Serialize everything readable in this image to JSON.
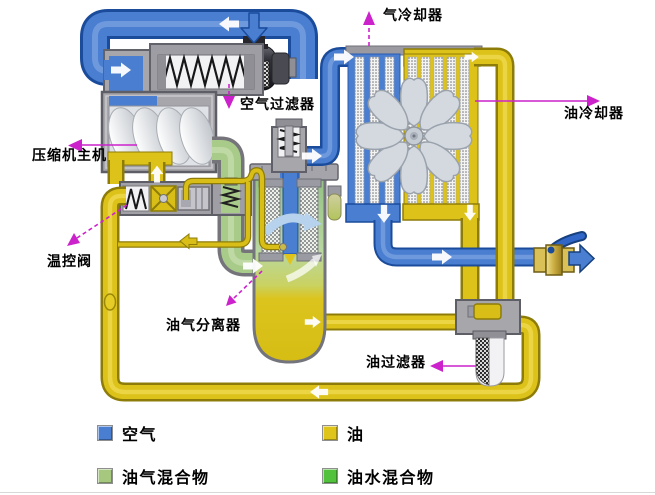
{
  "diagram_title": "screw-air-compressor-flow-diagram",
  "labels": {
    "air_cooler": "气冷却器",
    "oil_cooler": "油冷却器",
    "air_filter": "空气过滤器",
    "compressor": "压缩机主机",
    "thermo_valve": "温控阀",
    "separator": "油气分离器",
    "oil_filter": "油过滤器"
  },
  "legend": {
    "items": [
      {
        "label": "空气",
        "color": "#4a7ed0"
      },
      {
        "label": "油",
        "color": "#dfc41a"
      },
      {
        "label": "油气混合物",
        "color": "#a5c77e"
      },
      {
        "label": "油水混合物",
        "color": "#52c23d"
      }
    ]
  },
  "colors": {
    "air_pipe": "#4a7ed0",
    "air_pipe_dark": "#1b4c9c",
    "oil_pipe": "#ddc21a",
    "oil_pipe_dark": "#8e7c08",
    "oil_gas_mixture": "#a9cb8a",
    "oil_water_mixture": "#52c23d",
    "callout": "#cc22cc",
    "metal_gray": "#a7a7ab"
  }
}
